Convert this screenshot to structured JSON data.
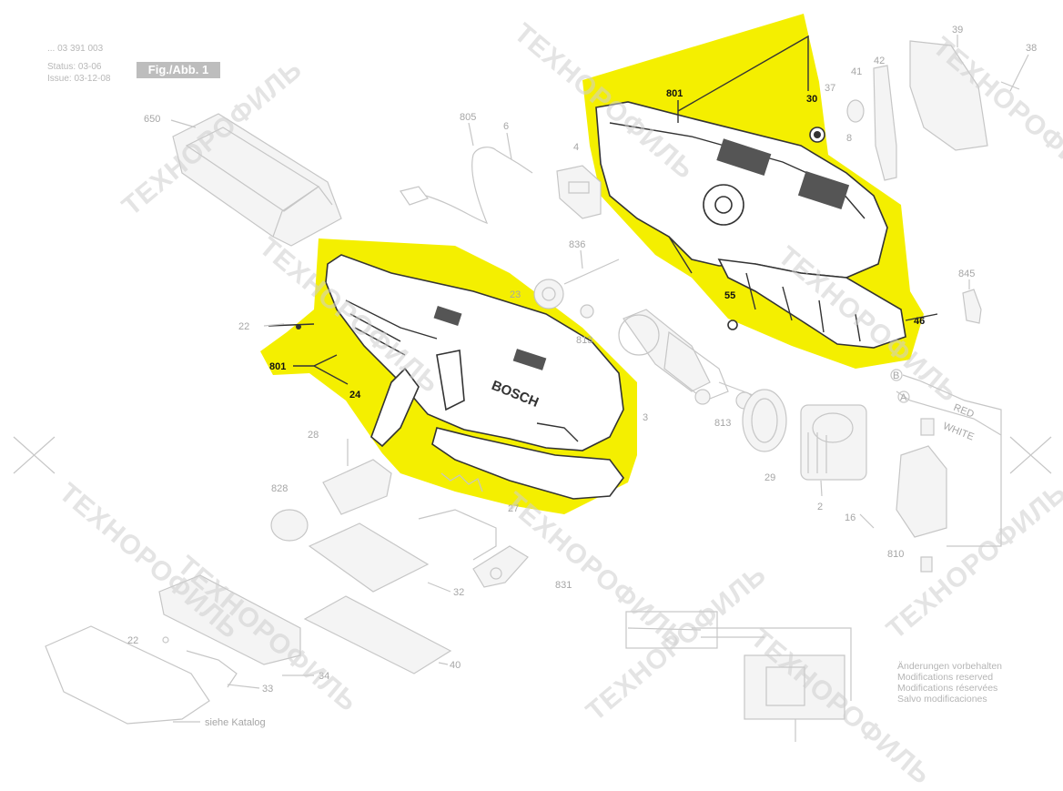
{
  "header": {
    "part_number": "... 03 391 003",
    "status": "Status: 03-06",
    "issue": "Issue: 03-12-08",
    "figure_label": "Fig./Abb. 1"
  },
  "labels": {
    "l650": "650",
    "l805": "805",
    "l6": "6",
    "l4": "4",
    "l39": "39",
    "l38": "38",
    "l41": "41",
    "l42": "42",
    "l37": "37",
    "l30": "30",
    "l8": "8",
    "l836": "836",
    "l23": "23",
    "l22a": "22",
    "l813a": "813",
    "l813b": "813",
    "l3": "3",
    "l29": "29",
    "l2": "2",
    "l28": "28",
    "l828": "828",
    "l27": "27",
    "l831": "831",
    "l32": "32",
    "l40": "40",
    "l22b": "22",
    "l34": "34",
    "l33": "33",
    "l16": "16",
    "l810": "810",
    "l845": "845",
    "lB": "B",
    "lA": "A"
  },
  "highlight_labels": {
    "l801a": "801",
    "l801b": "801",
    "l24": "24",
    "l55": "55",
    "l46": "46"
  },
  "wires": {
    "red": "RED",
    "white": "WHITE"
  },
  "housing_text": "BOSCH",
  "catalog_note": "siehe Katalog",
  "footnote": [
    "Änderungen vorbehalten",
    "Modifications reserved",
    "Modifications réservées",
    "Salvo modificaciones"
  ],
  "watermark": "ТЕХНОРОФИЛЬ",
  "colors": {
    "highlight": "#f4ef00",
    "line_gray": "#c6c6c6",
    "ink": "#333333"
  }
}
